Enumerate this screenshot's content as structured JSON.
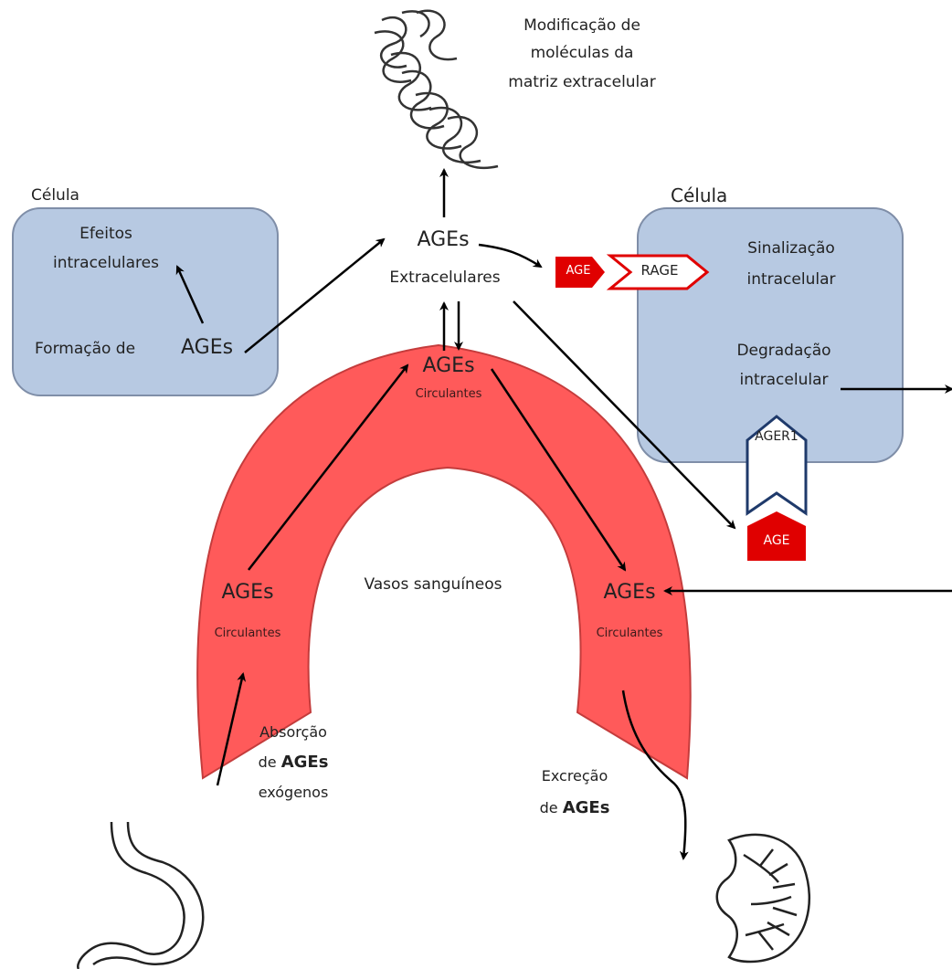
{
  "matrix": {
    "line1": "Modificação de",
    "line2": "moléculas da",
    "line3": "matriz extracelular"
  },
  "left_cell": {
    "title": "Célula",
    "effects_line1": "Efeitos",
    "effects_line2": "intracelulares",
    "formation_prefix": "Formação de",
    "formation_ages": "AGEs"
  },
  "right_cell": {
    "title": "Célula",
    "signal_line1": "Sinalização",
    "signal_line2": "intracelular",
    "degrad_line1": "Degradação",
    "degrad_line2": "intracelular"
  },
  "extracellular": {
    "ages": "AGEs",
    "label": "Extracelulares"
  },
  "receptors": {
    "age_top": "AGE",
    "rage": "RAGE",
    "ager1": "AGER1",
    "age_bottom": "AGE"
  },
  "vessel": {
    "label": "Vasos sanguíneos",
    "top_ages": "AGEs",
    "top_circ": "Circulantes",
    "left_ages": "AGEs",
    "left_circ": "Circulantes",
    "right_ages": "AGEs",
    "right_circ": "Circulantes"
  },
  "absorption": {
    "line1": "Absorção",
    "line2_prefix": "de",
    "line2_bold": "AGEs",
    "line3": "exógenos"
  },
  "excretion": {
    "line1": "Excreção",
    "line2_prefix": "de",
    "line2_bold": "AGEs"
  },
  "colors": {
    "cell_fill": "#b7c9e2",
    "cell_stroke": "#7f8ea8",
    "vessel_fill": "#ff5a5a",
    "vessel_stroke": "#c43c3c",
    "age_red": "#e00000",
    "ager1_blue": "#1f3a6b"
  }
}
